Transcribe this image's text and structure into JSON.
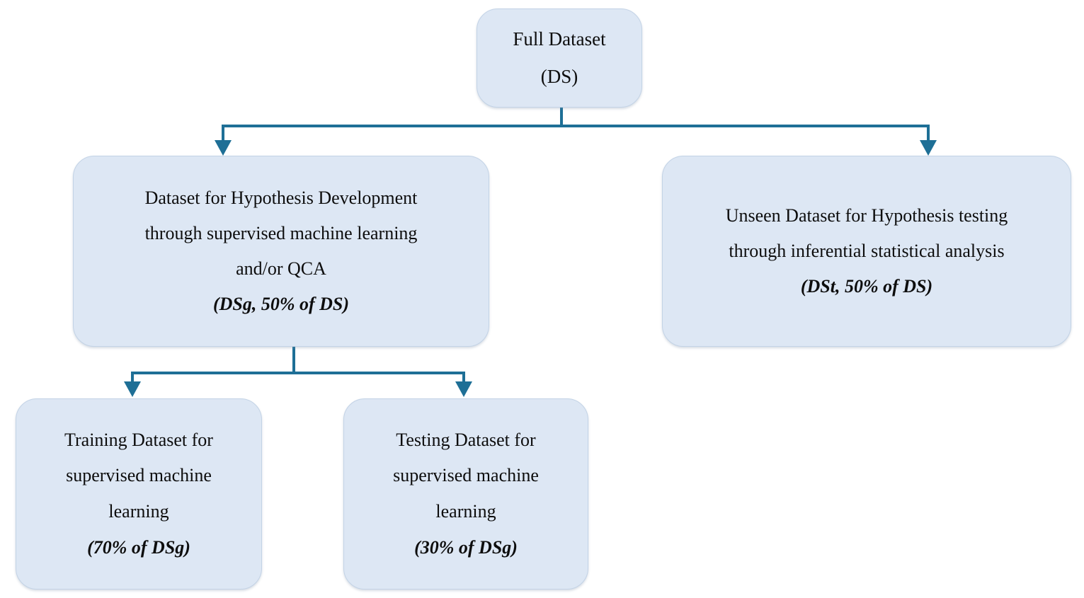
{
  "diagram": {
    "title": "Dataset splitting flowchart",
    "colors": {
      "node_fill": "#dde7f4",
      "node_border": "#c3d3e6",
      "connector": "#1e6f96",
      "text": "#0d0d0d"
    },
    "nodes": [
      {
        "id": "full-dataset",
        "lines": [
          {
            "text": "Full Dataset",
            "emphasis": "normal"
          },
          {
            "text": "(DS)",
            "emphasis": "normal"
          }
        ]
      },
      {
        "id": "dsg",
        "lines": [
          {
            "text": "Dataset for Hypothesis Development",
            "emphasis": "normal"
          },
          {
            "text": "through supervised machine learning",
            "emphasis": "normal"
          },
          {
            "text": "and/or QCA",
            "emphasis": "normal"
          },
          {
            "text": "(DSg, 50% of DS)",
            "emphasis": "bold-italic"
          }
        ]
      },
      {
        "id": "dst",
        "lines": [
          {
            "text": "Unseen Dataset for Hypothesis testing",
            "emphasis": "normal"
          },
          {
            "text": "through inferential statistical analysis",
            "emphasis": "normal"
          },
          {
            "text": "(DSt, 50% of DS)",
            "emphasis": "bold-italic"
          }
        ]
      },
      {
        "id": "train",
        "lines": [
          {
            "text": "Training Dataset for",
            "emphasis": "normal"
          },
          {
            "text": "supervised machine",
            "emphasis": "normal"
          },
          {
            "text": "learning",
            "emphasis": "normal"
          },
          {
            "text": "(70% of DSg)",
            "emphasis": "bold-italic"
          }
        ]
      },
      {
        "id": "test",
        "lines": [
          {
            "text": "Testing Dataset for",
            "emphasis": "normal"
          },
          {
            "text": "supervised machine",
            "emphasis": "normal"
          },
          {
            "text": "learning",
            "emphasis": "normal"
          },
          {
            "text": "(30% of DSg)",
            "emphasis": "bold-italic"
          }
        ]
      }
    ],
    "edges": [
      {
        "from": "full-dataset",
        "to": "dsg",
        "style": "orthogonal-arrow"
      },
      {
        "from": "full-dataset",
        "to": "dst",
        "style": "orthogonal-arrow"
      },
      {
        "from": "dsg",
        "to": "train",
        "style": "orthogonal-arrow"
      },
      {
        "from": "dsg",
        "to": "test",
        "style": "orthogonal-arrow"
      }
    ]
  }
}
